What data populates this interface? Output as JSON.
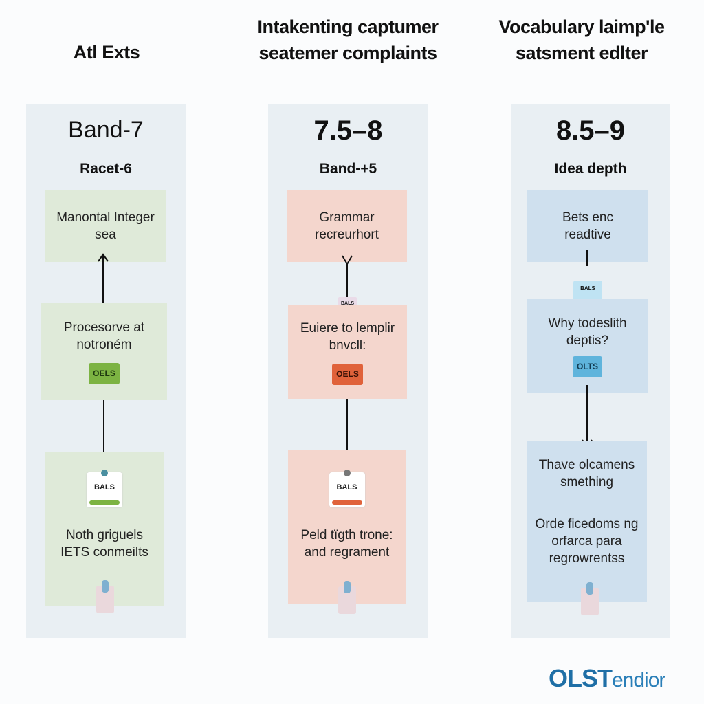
{
  "columns": [
    {
      "heading": "Atl Exts",
      "band": "Band-7",
      "subtitle": "Racet-6",
      "accent": "#dfead9",
      "badge_color": "#7cb342",
      "boxes": [
        {
          "text": "Manontal Integer sea"
        },
        {
          "text": "Procesorve at notroném",
          "badge": "OELS"
        },
        {
          "card": "BALS",
          "text": "Noth griguels IETS conmeilts"
        }
      ]
    },
    {
      "heading": "Intakenting captumer seatemer complaints",
      "band": "7.5–8",
      "subtitle": "Band-+5",
      "accent": "#f4d6cd",
      "badge_color": "#e0623a",
      "boxes": [
        {
          "text": "Grammar recreurhort"
        },
        {
          "text": "Euiere to lemplir bnvcll:",
          "badge": "OELS",
          "tag": "BALS"
        },
        {
          "card": "BALS",
          "text": "Peld tïgth trone: and regrament"
        }
      ]
    },
    {
      "heading": "Vocabulary laimp'le satsment edlter",
      "band": "8.5–9",
      "subtitle": "Idea depth",
      "accent": "#cfe0ee",
      "badge_color": "#5fb4dc",
      "boxes": [
        {
          "text": "Bets enc readtive"
        },
        {
          "text": "Why todeslith deptis?",
          "badge": "OLTS",
          "tag": "BALS"
        },
        {
          "text": "Thave olcamens smething",
          "text2": "Orde ficedoms ng orfarca para regrowrentss"
        }
      ]
    }
  ],
  "logo": {
    "part1": "OLST",
    "part2": "endior"
  }
}
